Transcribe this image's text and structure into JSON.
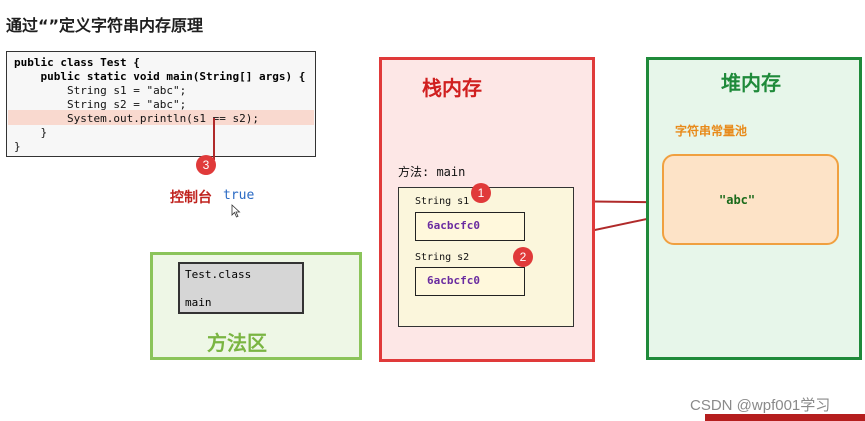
{
  "title": "通过“”定义字符串内存原理",
  "code": {
    "lines": [
      "public class Test {",
      "    public static void main(String[] args) {",
      "        String s1 = \"abc\";",
      "        String s2 = \"abc\";",
      "        System.out.println(s1 == s2);",
      "    }",
      "}"
    ]
  },
  "console": {
    "label": "控制台",
    "output": "true"
  },
  "badges": [
    "1",
    "2",
    "3"
  ],
  "method_area": {
    "label": "方法区",
    "class_name": "Test.class",
    "method": "main"
  },
  "stack": {
    "title": "栈内存",
    "frame_label": "方法: main",
    "vars": [
      {
        "name": "String s1",
        "address": "6acbcfc0"
      },
      {
        "name": "String s2",
        "address": "6acbcfc0"
      }
    ]
  },
  "heap": {
    "title": "堆内存",
    "pool_label": "字符串常量池",
    "value": "\"abc\""
  },
  "watermark": "CSDN @wpf001学习",
  "colors": {
    "stack_border": "#e03a3a",
    "heap_border": "#1f8a3a",
    "method_area_border": "#8bc45a",
    "arrow": "#b02a2a"
  }
}
